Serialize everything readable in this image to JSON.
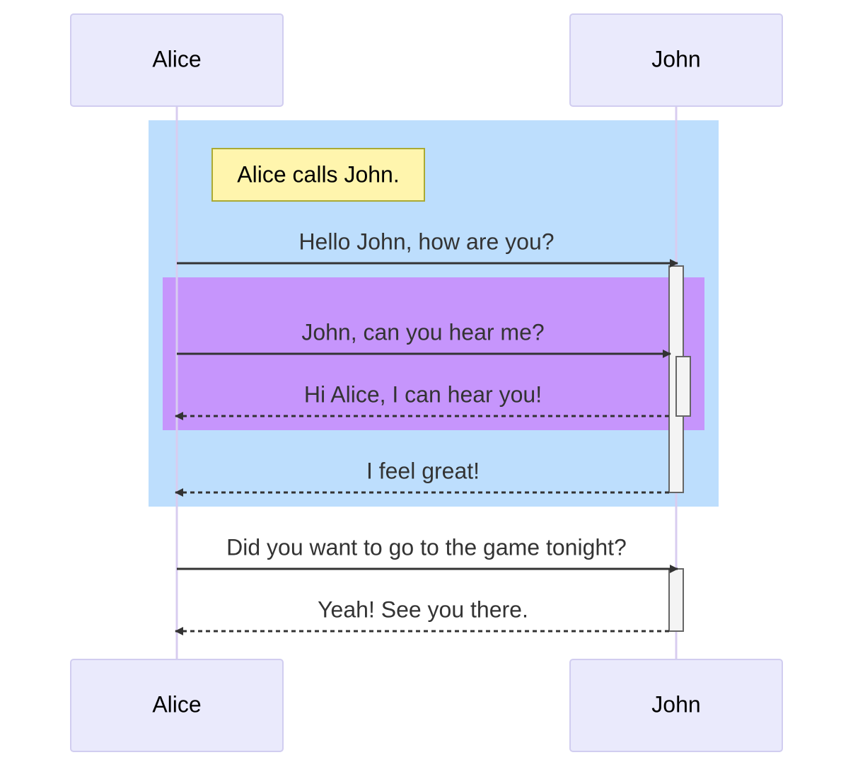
{
  "colors": {
    "actor_fill": "#eaeafc",
    "actor_stroke": "#d1cdf0",
    "lifeline": "#d8ccf0",
    "outer_rect": "#bddefd",
    "inner_rect": "#c695fc",
    "note_fill": "#fff5ad",
    "note_stroke": "#aaaa33",
    "message_line": "#333333",
    "activation_fill": "#f4f4f4",
    "activation_stroke": "#666666"
  },
  "actors": {
    "alice": "Alice",
    "john": "John"
  },
  "note": "Alice calls John.",
  "messages": [
    {
      "id": "m1",
      "from": "Alice",
      "to": "John",
      "text": "Hello John, how are you?",
      "style": "solid"
    },
    {
      "id": "m2",
      "from": "Alice",
      "to": "John",
      "text": "John, can you hear me?",
      "style": "solid"
    },
    {
      "id": "m3",
      "from": "John",
      "to": "Alice",
      "text": "Hi Alice, I can hear you!",
      "style": "dotted"
    },
    {
      "id": "m4",
      "from": "John",
      "to": "Alice",
      "text": "I feel great!",
      "style": "dotted"
    },
    {
      "id": "m5",
      "from": "Alice",
      "to": "John",
      "text": "Did you want to go to the game tonight?",
      "style": "solid"
    },
    {
      "id": "m6",
      "from": "John",
      "to": "Alice",
      "text": "Yeah! See you there.",
      "style": "dotted"
    }
  ]
}
